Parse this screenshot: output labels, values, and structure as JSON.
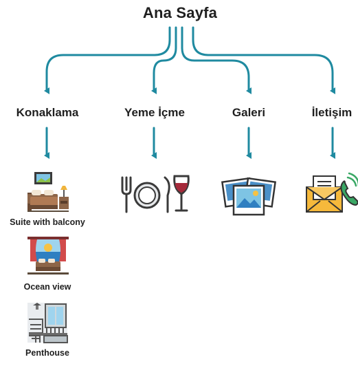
{
  "root": {
    "title": "Ana Sayfa"
  },
  "categories": [
    {
      "label": "Konaklama",
      "icon": "hotel-room-icon"
    },
    {
      "label": "Yeme İçme",
      "icon": "dining-icon"
    },
    {
      "label": "Galeri",
      "icon": "photo-gallery-icon"
    },
    {
      "label": "İletişim",
      "icon": "contact-mail-phone-icon"
    }
  ],
  "accommodation_items": [
    {
      "label": "Suite with balcony",
      "icon": "bedroom-icon"
    },
    {
      "label": "Ocean view",
      "icon": "ocean-view-room-icon"
    },
    {
      "label": "Penthouse",
      "icon": "penthouse-icon"
    }
  ],
  "colors": {
    "connector": "#1f8aa0",
    "text": "#1f1f1f"
  }
}
